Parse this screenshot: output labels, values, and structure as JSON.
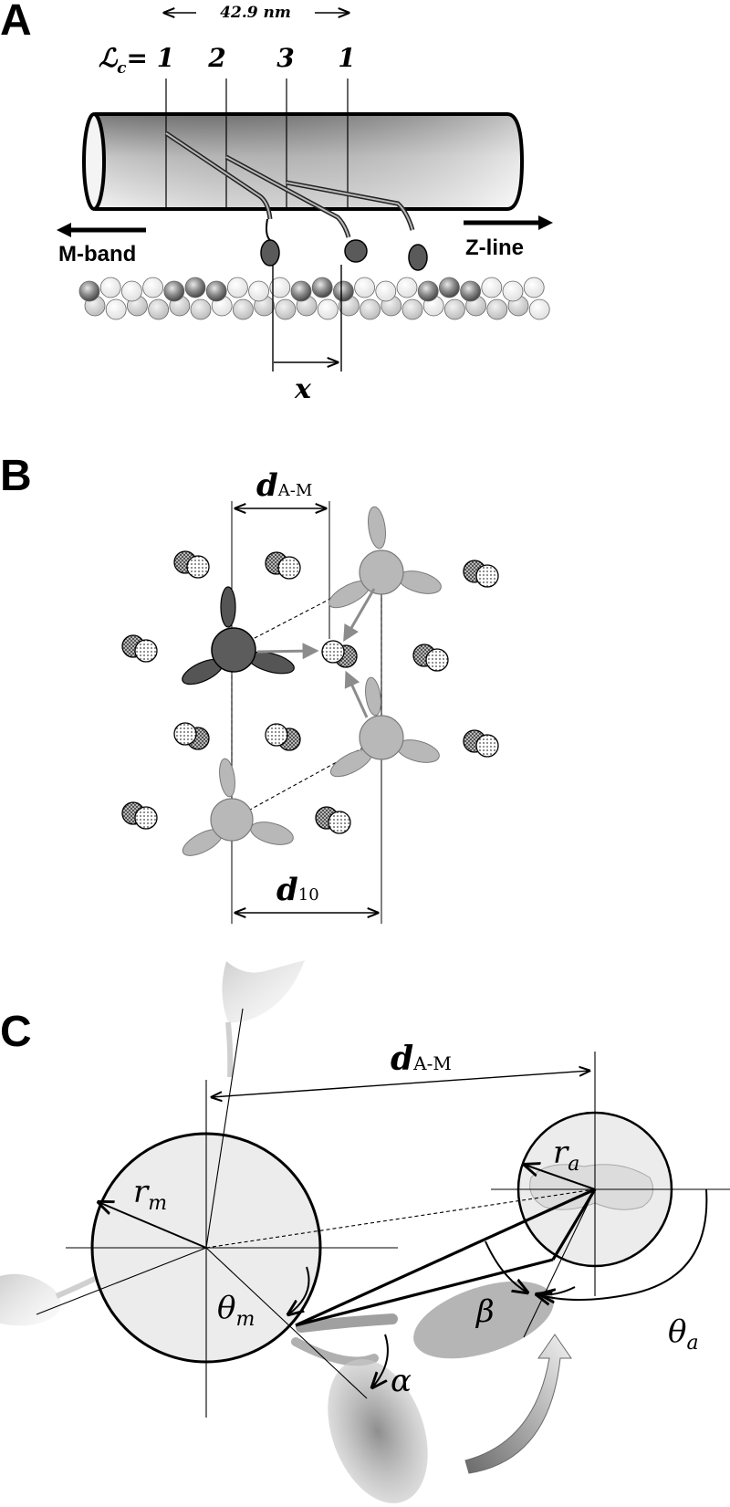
{
  "panels": {
    "a": {
      "letter": "A",
      "spacing_label": "42.9 nm",
      "crown_prefix": "ℒ",
      "crown_sub": "c",
      "crown_eq": "= ",
      "crown_labels": [
        "1",
        "2",
        "3",
        "1"
      ],
      "left_label": "M-band",
      "right_label": "Z-line",
      "x_label": "x"
    },
    "b": {
      "letter": "B",
      "d_am_main": "d",
      "d_am_sub": "A-M",
      "d10_main": "d",
      "d10_sub": "10"
    },
    "c": {
      "letter": "C",
      "d_am_main": "d",
      "d_am_sub": "A-M",
      "r_a_main": "r",
      "r_a_sub": "a",
      "r_m_main": "r",
      "r_m_sub": "m",
      "theta_m_main": "θ",
      "theta_m_sub": "m",
      "theta_a_main": "θ",
      "theta_a_sub": "a",
      "alpha": "α",
      "beta": "β"
    }
  },
  "colors": {
    "ink": "#000000",
    "myosin_dark": "#555555",
    "myosin_light": "#b5b5b5",
    "actin_bead": "#d8d8d8",
    "circle_fill": "#ececec"
  }
}
